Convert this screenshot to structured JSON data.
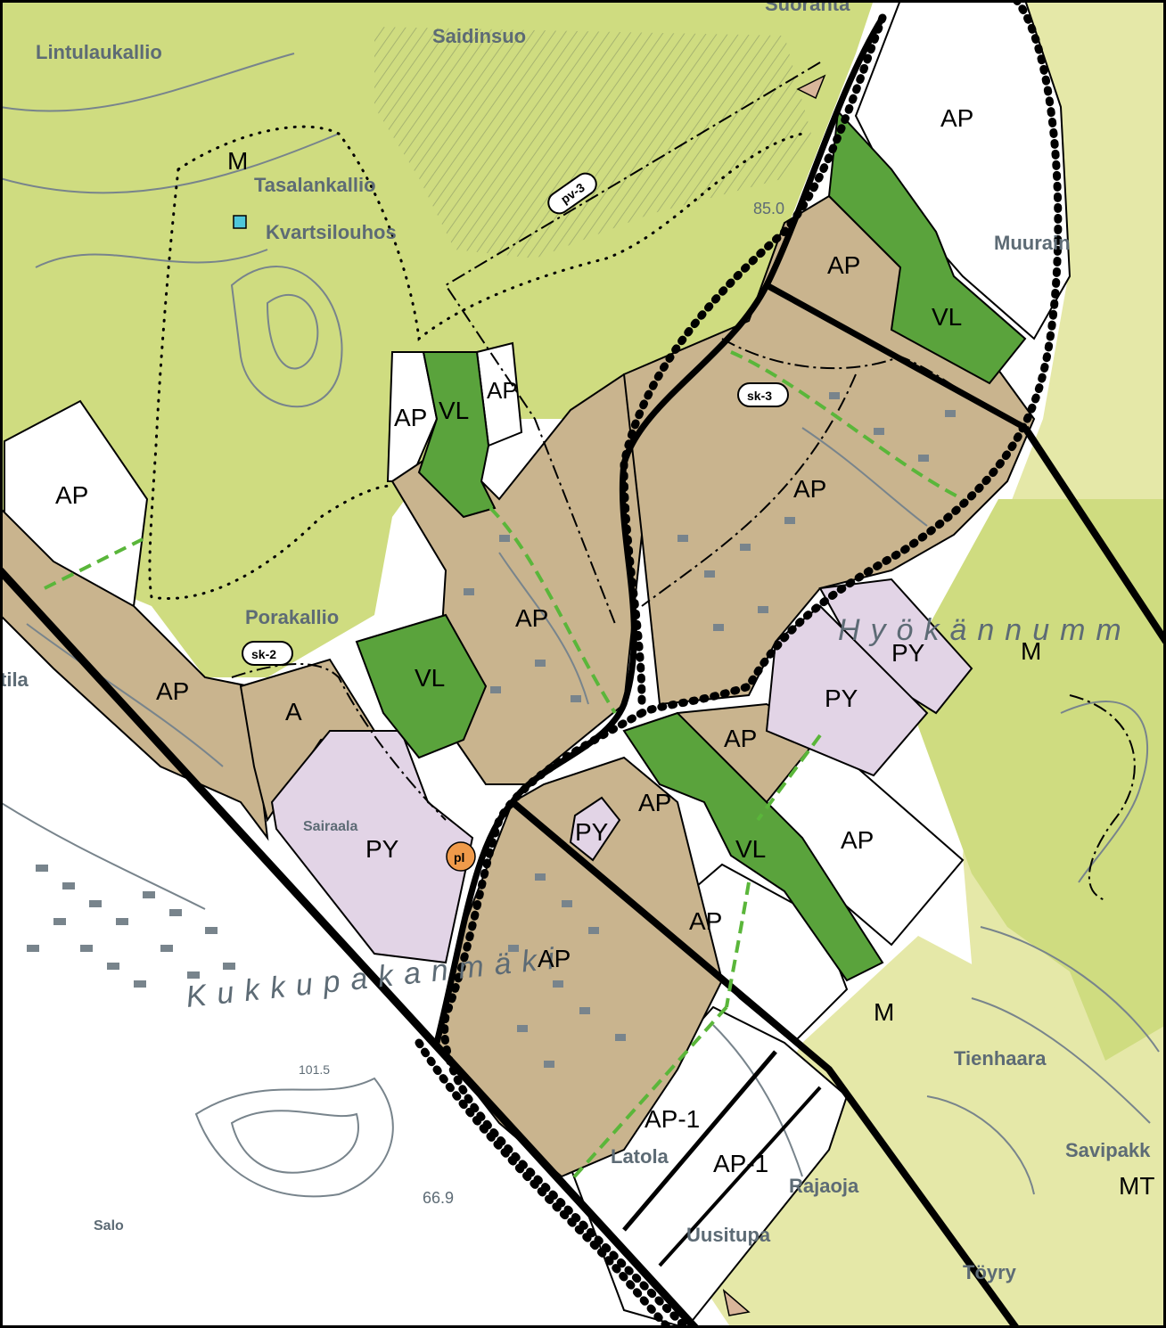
{
  "colors": {
    "forest": "#cfdc80",
    "rural": "#e5e8a8",
    "residential": "#c9b48e",
    "recreation": "#5aa33c",
    "public": "#e2d4e6",
    "future": "#ffffff",
    "boundary": "#000000",
    "green_link": "#5ab63a",
    "base_lines": "#78848c"
  },
  "zones": {
    "ap": "AP",
    "ap1": "AP-1",
    "vl": "VL",
    "py": "PY",
    "m": "M",
    "mt": "MT",
    "a": "A"
  },
  "badges": {
    "pv3": "pv-3",
    "sk3": "sk-3",
    "sk2": "sk-2",
    "pl": "pl"
  },
  "places": {
    "suoranta": "Suoranta",
    "saidinsuo": "Saidinsuo",
    "lintulaukallio": "Lintulaukallio",
    "tasalankallio": "Tasalankallio",
    "kvartsilouhos": "Kvartsilouhos",
    "muurain": "Muurain",
    "porakallio": "Porakallio",
    "tila": "tila",
    "sairaala": "Sairaala",
    "hyokannummi": "Hyökännumm",
    "kukkupakanmaki": "Kukkupakanmäki",
    "tienhaara": "Tienhaara",
    "savipakka": "Savipakk",
    "latola": "Latola",
    "rajaoja": "Rajaoja",
    "uusitupa": "Uusitupa",
    "toyrya": "Töyry",
    "salo": "Salo"
  },
  "elevations": {
    "e1": "85.0",
    "e2": "66.9",
    "e3": "101.5"
  }
}
